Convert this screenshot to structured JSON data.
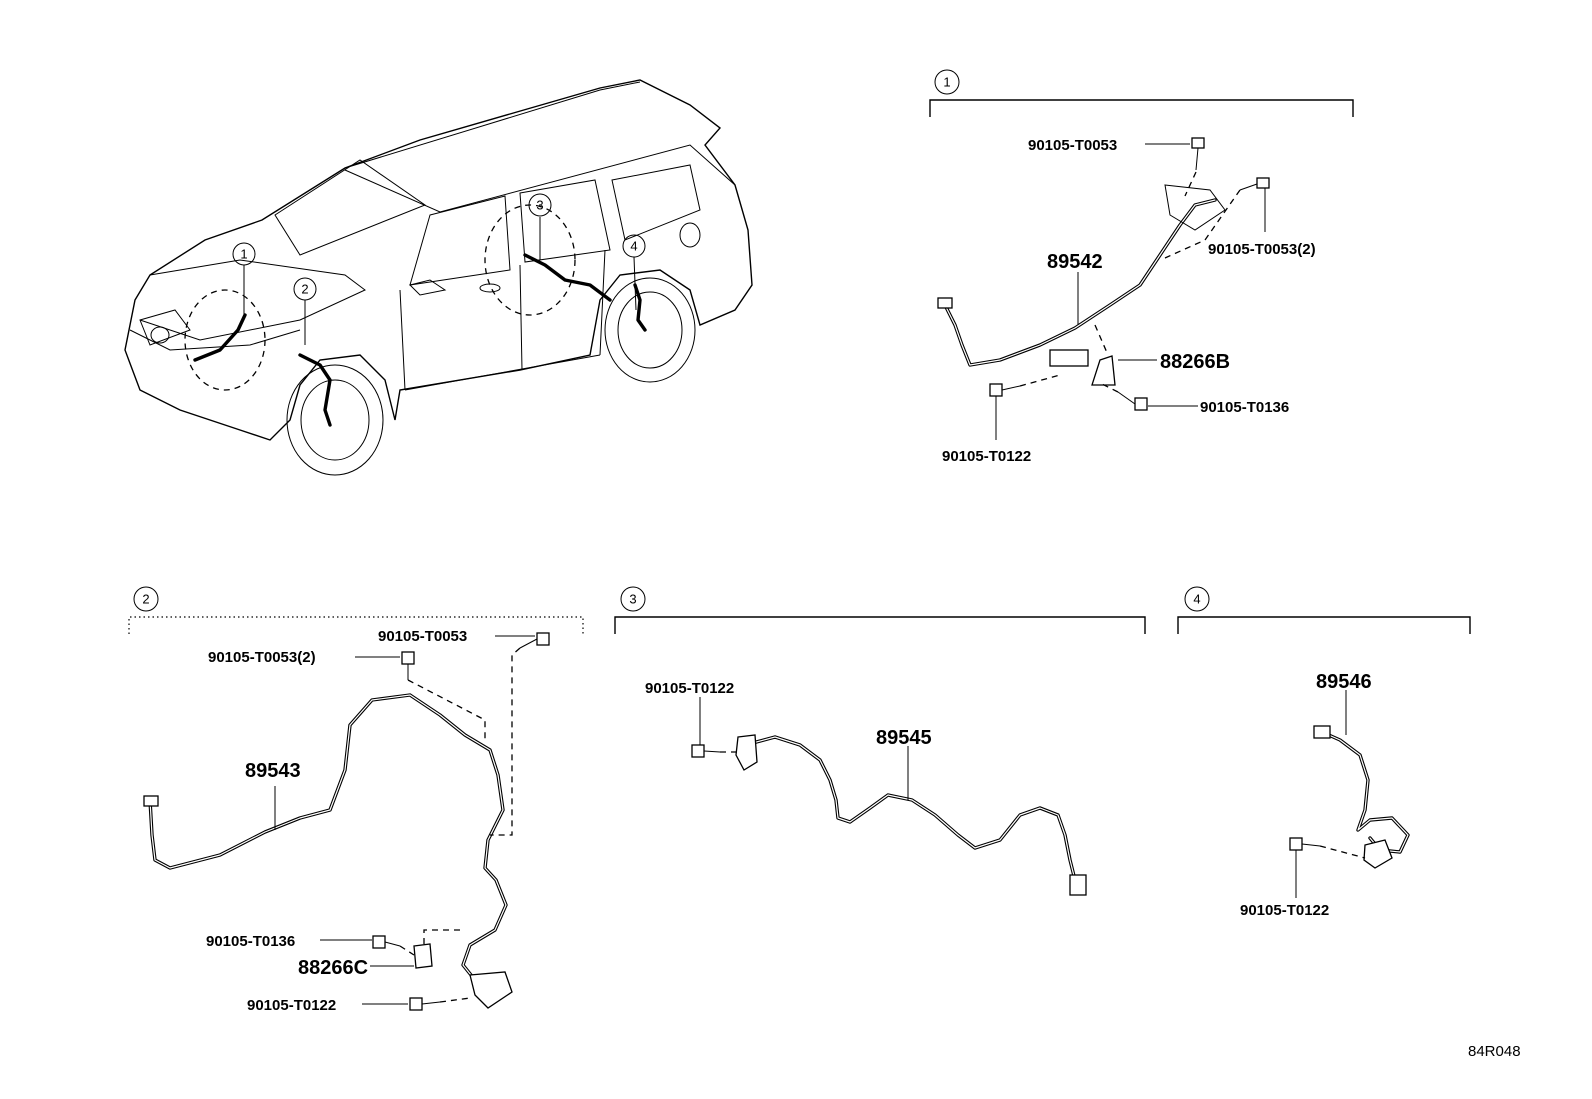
{
  "figure_code": "84R048",
  "overview": {
    "callouts": [
      "1",
      "2",
      "3",
      "4"
    ]
  },
  "groups": [
    {
      "number": "1",
      "parts": [
        {
          "ref": "90105-T0053"
        },
        {
          "ref": "90105-T0053(2)"
        },
        {
          "ref": "89542"
        },
        {
          "ref": "88266B"
        },
        {
          "ref": "90105-T0136"
        },
        {
          "ref": "90105-T0122"
        }
      ]
    },
    {
      "number": "2",
      "parts": [
        {
          "ref": "90105-T0053"
        },
        {
          "ref": "90105-T0053(2)"
        },
        {
          "ref": "89543"
        },
        {
          "ref": "90105-T0136"
        },
        {
          "ref": "88266C"
        },
        {
          "ref": "90105-T0122"
        }
      ]
    },
    {
      "number": "3",
      "parts": [
        {
          "ref": "90105-T0122"
        },
        {
          "ref": "89545"
        }
      ]
    },
    {
      "number": "4",
      "parts": [
        {
          "ref": "89546"
        },
        {
          "ref": "90105-T0122"
        }
      ]
    }
  ]
}
